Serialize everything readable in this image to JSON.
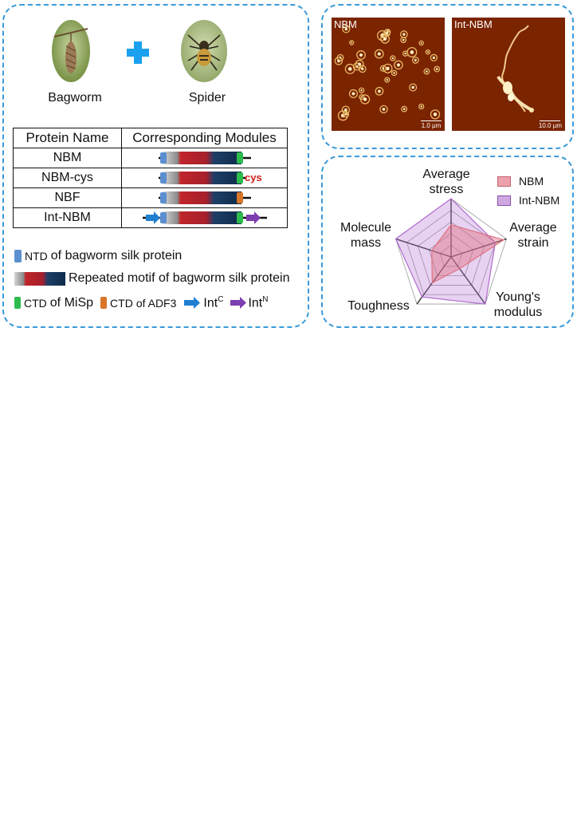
{
  "left_panel": {
    "organisms": [
      {
        "name": "Bagworm",
        "icon": "bagworm-photo"
      },
      {
        "name": "Spider",
        "icon": "spider-photo"
      }
    ],
    "plus_icon": "plus-icon",
    "table": {
      "headers": [
        "Protein Name",
        "Corresponding Modules"
      ],
      "rows": [
        {
          "name": "NBM",
          "tag": ""
        },
        {
          "name": "NBM-cys",
          "tag": "cys"
        },
        {
          "name": "NBF",
          "tag": ""
        },
        {
          "name": "Int-NBM",
          "tag": ""
        }
      ]
    },
    "legend": {
      "ntd": "of bagworm silk protein",
      "ntd_abbr": "NTD",
      "repeat": "Repeated motif of bagworm silk protein",
      "ctd_misp_abbr": "CTD",
      "ctd_misp": "of MiSp",
      "ctd_adf3_abbr": "CTD",
      "ctd_adf3": "of ADF3",
      "intc_base": "Int",
      "intc_sup": "C",
      "intn_base": "Int",
      "intn_sup": "N"
    },
    "colors": {
      "ntd": "#5b8fd0",
      "ctd_misp": "#2dbb4e",
      "ctd_adf3": "#d8762a",
      "intc": "#1f7fd1",
      "intn": "#7b3fb0",
      "cys": "#d21f1f"
    }
  },
  "afm_panel": {
    "images": [
      {
        "title": "NBM",
        "scale": "1.0 μm"
      },
      {
        "title": "Int-NBM",
        "scale": "10.0 μm"
      }
    ]
  },
  "radar_panel": {
    "axes": [
      "Average stress",
      "Average strain",
      "Young's modulus",
      "Toughness",
      "Molecule mass"
    ],
    "axis_labels": {
      "stress_1": "Average",
      "stress_2": "stress",
      "strain_1": "Average",
      "strain_2": "strain",
      "young_1": "Young's",
      "young_2": "modulus",
      "tough_1": "Toughness",
      "mass_1": "Molecule",
      "mass_2": "mass"
    },
    "series": [
      {
        "name": "NBM",
        "values": [
          0.55,
          0.95,
          0.25,
          0.55,
          0.35
        ],
        "color": "#e07080"
      },
      {
        "name": "Int-NBM",
        "values": [
          1.0,
          0.8,
          1.0,
          0.85,
          1.0
        ],
        "color": "#b06ad0"
      }
    ]
  }
}
